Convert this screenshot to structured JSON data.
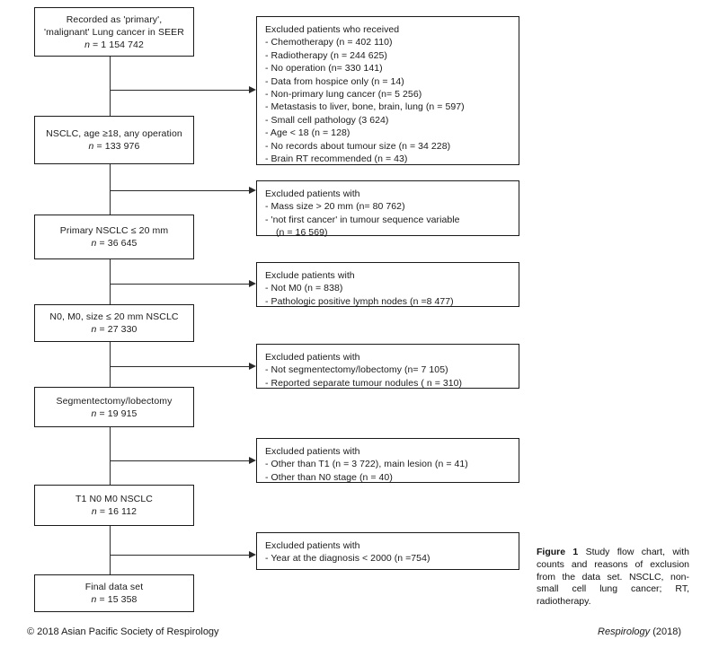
{
  "figure": {
    "caption_label": "Figure 1",
    "caption_text": "Study flow chart, with counts and reasons of exclusion from the data set. NSCLC, non-small cell lung cancer; RT, radiotherapy."
  },
  "footer": {
    "copyright": "© 2018 Asian Pacific Society of Respirology",
    "journal_name": "Respirology",
    "journal_year": "(2018)"
  },
  "flow": {
    "nodes": [
      {
        "id": "node-seer-cohort",
        "lines": [
          "Recorded as 'primary',",
          "'malignant' Lung cancer in SEER"
        ],
        "n_label": "n",
        "n_value": "= 1 154 742"
      },
      {
        "id": "node-nsclc-operation",
        "lines": [
          "NSCLC, age ≥18, any operation"
        ],
        "n_label": "n",
        "n_value": "=  133 976"
      },
      {
        "id": "node-primary-20mm",
        "lines": [
          "Primary NSCLC ≤ 20 mm"
        ],
        "n_label": "n",
        "n_value": "= 36 645"
      },
      {
        "id": "node-n0-m0-20mm",
        "lines": [
          "N0, M0, size ≤ 20 mm NSCLC"
        ],
        "n_label": "n",
        "n_value": "= 27 330"
      },
      {
        "id": "node-segmentectomy-lobectomy",
        "lines": [
          "Segmentectomy/lobectomy"
        ],
        "n_label": "n",
        "n_value": "= 19 915"
      },
      {
        "id": "node-t1n0m0",
        "lines": [
          "T1 N0 M0 NSCLC"
        ],
        "n_label": "n",
        "n_value": "= 16 112"
      },
      {
        "id": "node-final-data-set",
        "lines": [
          "Final data set"
        ],
        "n_label": "n",
        "n_value": "= 15 358"
      }
    ],
    "exclusions": [
      {
        "id": "exclusion-treatments",
        "heading": "Excluded patients who received",
        "items": [
          "- Chemotherapy (n = 402 110)",
          "- Radiotherapy (n = 244 625)",
          "- No operation (n= 330 141)",
          "- Data from hospice only (n = 14)",
          "- Non-primary lung cancer (n= 5 256)",
          "- Metastasis to liver, bone, brain, lung (n = 597)",
          "- Small cell pathology (3 624)",
          "- Age < 18 (n = 128)",
          "- No records about tumour size (n = 34 228)",
          "- Brain RT recommended (n = 43)"
        ]
      },
      {
        "id": "exclusion-size-sequence",
        "heading": "Excluded patients with",
        "items": [
          "-   Mass size > 20 mm (n= 80 762)",
          "-   'not first cancer' in tumour sequence variable",
          "(n = 16 569)"
        ]
      },
      {
        "id": "exclusion-m0-nodes",
        "heading": "Exclude patients with",
        "items": [
          "- Not M0 (n = 838)",
          "- Pathologic positive lymph nodes (n =8 477)"
        ]
      },
      {
        "id": "exclusion-surgery-type",
        "heading": "Excluded patients with",
        "items": [
          "-   Not segmentectomy/lobectomy (n= 7 105)",
          "-   Reported separate tumour nodules ( n  = 310)"
        ]
      },
      {
        "id": "exclusion-stage",
        "heading": "Excluded patients with",
        "items": [
          "- Other than T1 (n = 3 722), main lesion (n = 41)",
          "- Other than N0 stage (n = 40)"
        ]
      },
      {
        "id": "exclusion-year",
        "heading": "Excluded patients with",
        "items": [
          "- Year at the diagnosis < 2000 (n =754)"
        ]
      }
    ]
  }
}
